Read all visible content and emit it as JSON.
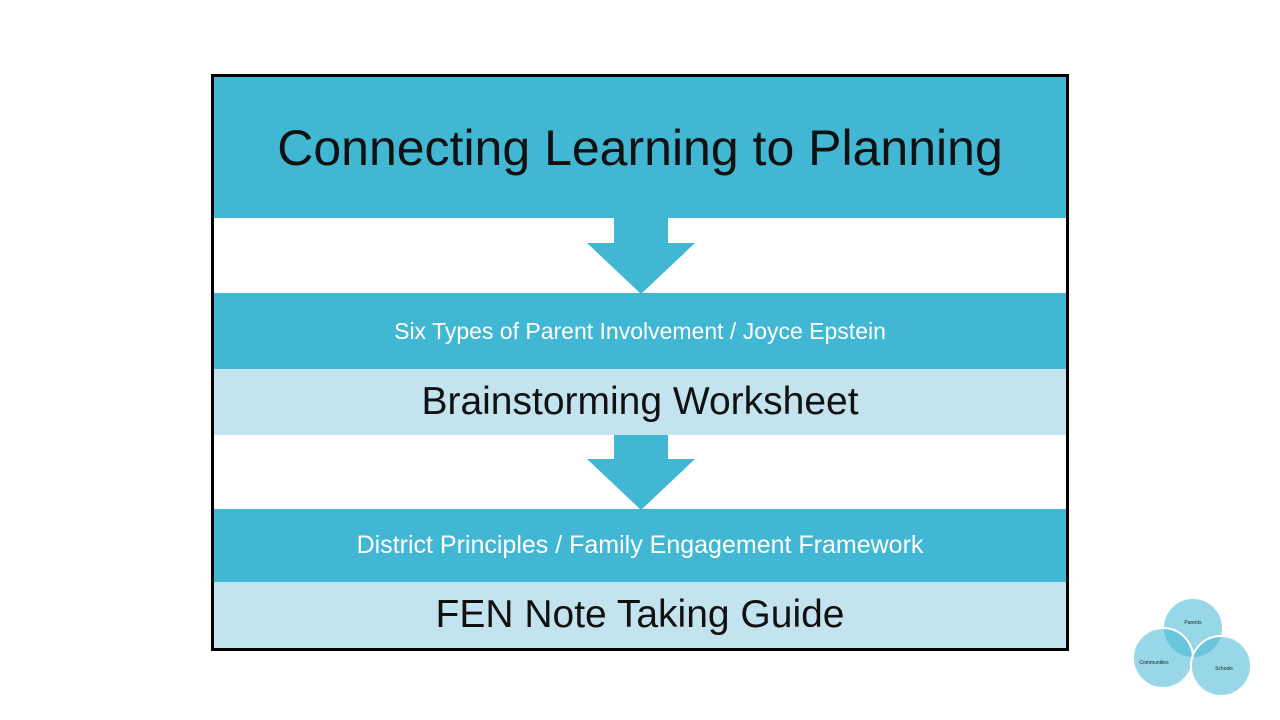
{
  "diagram": {
    "title": "Connecting Learning to Planning",
    "level1": {
      "label": "Six Types of Parent Involvement  / Joyce Epstein",
      "detail": "Brainstorming Worksheet"
    },
    "level2": {
      "label": "District Principles / Family Engagement Framework",
      "detail": "FEN Note Taking Guide"
    }
  },
  "logo": {
    "circles": [
      "Parents",
      "Communities",
      "Schools"
    ]
  },
  "colors": {
    "accent": "#41b7d3",
    "accent_light": "#c3e4ef",
    "frame_border": "#000000"
  },
  "icons": [
    "down-arrow-icon",
    "venn-diagram-icon"
  ]
}
